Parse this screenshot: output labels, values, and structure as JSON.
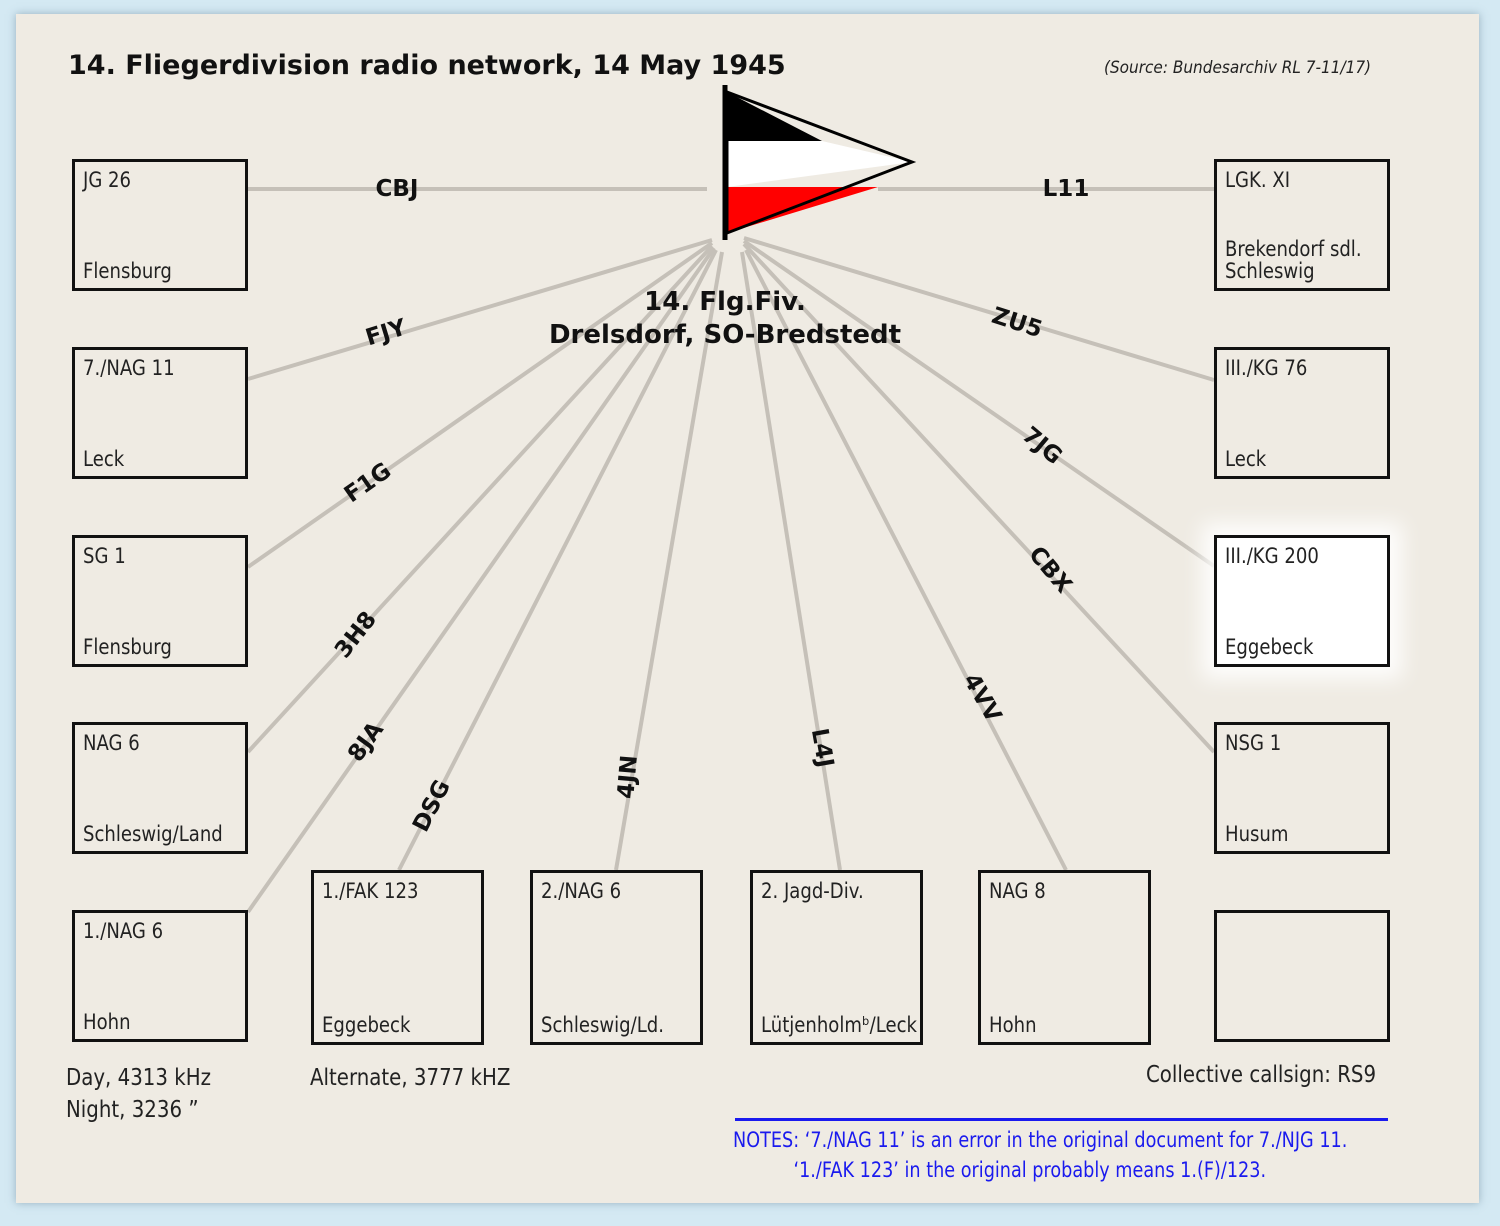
{
  "title": "14. Fliegerdivision radio network, 14 May 1945",
  "source": "(Source: Bundesarchiv RL 7-11/17)",
  "hq": {
    "line1": "14. Flg.Fiv.",
    "line2": "Drelsdorf, SO-Bredstedt"
  },
  "flag_colors": [
    "#000000",
    "#ffffff",
    "#ff0000"
  ],
  "units": [
    {
      "unit": "JG 26",
      "location": "Flensburg",
      "callsign": "CBJ"
    },
    {
      "unit": "7./NAG 11",
      "location": "Leck",
      "callsign": "FJY"
    },
    {
      "unit": "SG 1",
      "location": "Flensburg",
      "callsign": "F1G"
    },
    {
      "unit": "NAG 6",
      "location": "Schleswig/Land",
      "callsign": "3H8"
    },
    {
      "unit": "1./NAG 6",
      "location": "Hohn",
      "callsign": "8JA"
    },
    {
      "unit": "1./FAK 123",
      "location": "Eggebeck",
      "callsign": "DSG"
    },
    {
      "unit": "2./NAG 6",
      "location": "Schleswig/Ld.",
      "callsign": "4JN"
    },
    {
      "unit": "2. Jagd-Div.",
      "location": "Lütjenholmᵇ/Leck",
      "callsign": "L4J"
    },
    {
      "unit": "NAG 8",
      "location": "Hohn",
      "callsign": "4VV"
    },
    {
      "unit": "NSG 1",
      "location": "Husum",
      "callsign": "CBX"
    },
    {
      "unit": "III./KG 200",
      "location": "Eggebeck",
      "callsign": "7JG"
    },
    {
      "unit": "III./KG 76",
      "location": "Leck",
      "callsign": "ZU5"
    },
    {
      "unit": "LGK. XI",
      "location": "Brekendorf sdl.\nSchleswig",
      "callsign": "L11"
    },
    {
      "unit": "",
      "location": "",
      "callsign": ""
    }
  ],
  "frequencies": {
    "day": "Day, 4313 kHz",
    "night": "Night, 3236 ”",
    "alternate": "Alternate, 3777 kHZ"
  },
  "collective_callsign": "Collective callsign: RS9",
  "notes": {
    "line1": "NOTES: ‘7./NAG 11’ is an error in the original document for 7./NJG 11.",
    "line2": "‘1./FAK 123’ in the original probably means 1.(F)/123."
  }
}
